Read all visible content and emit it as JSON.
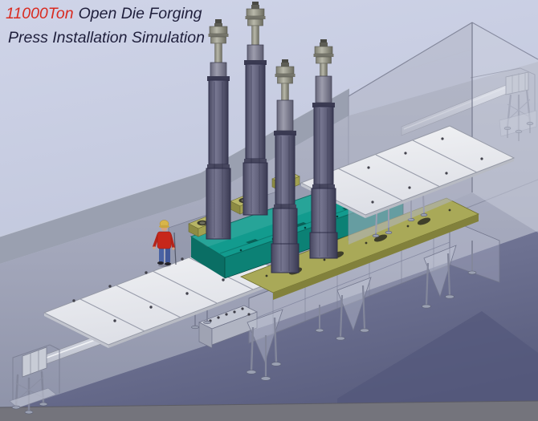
{
  "title": {
    "tonnage": "11000Ton",
    "line1_rest": "Open Die Forging",
    "line2": "Press Installation Simulation"
  },
  "colors": {
    "accent_red": "#d92b21",
    "title_navy": "#1f1f3c",
    "sky_top": "#cdd2e6",
    "sky_bottom": "#bcc2d8",
    "ground_gray": "#aeb2c2",
    "pit_floor": "#6b6f90",
    "foundation_block": "#b4b8c6",
    "platform_teal": "#129b8e",
    "platform_teal_dark": "#0c8175",
    "base_plate_olive": "#a9a958",
    "column_body": "#5c5c76",
    "column_rod_metal": "#a8a89a",
    "skid_plate_white": "#eceef0",
    "pull_rod_white": "#e8eaf0",
    "worker_shirt_red": "#c7271b",
    "worker_pants_blue": "#4a63a4",
    "worker_helmet_yellow": "#d8b54a"
  }
}
